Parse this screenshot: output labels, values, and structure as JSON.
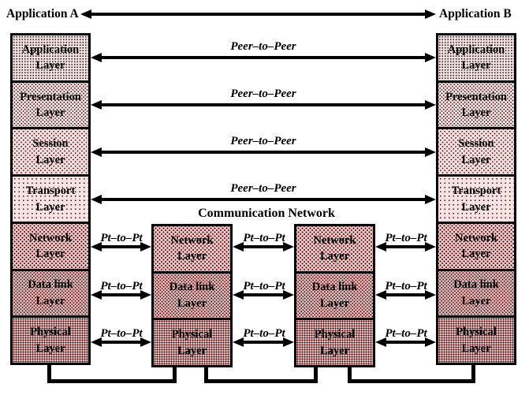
{
  "diagram": {
    "title_left": "Application A",
    "title_right": "Application B",
    "network_title": "Communication Network",
    "peer_label": "Peer–to–Peer",
    "pt_label": "Pt–to–Pt"
  },
  "host_layers": [
    "Application\nLayer",
    "Presentation\nLayer",
    "Session\nLayer",
    "Transport\nLayer",
    "Network\nLayer",
    "Data link\nLayer",
    "Physical\nLayer"
  ],
  "node_layers": [
    "Network\nLayer",
    "Data link\nLayer",
    "Physical\nLayer"
  ],
  "colors": {
    "line": "#000000",
    "background": "#ffffff",
    "layer_fills": [
      "#f2dede",
      "#f8dcdc",
      "#f9dada",
      "#fbe2e2",
      "#f8c0c0",
      "#f4b8b8",
      "#f2b2b2"
    ]
  }
}
